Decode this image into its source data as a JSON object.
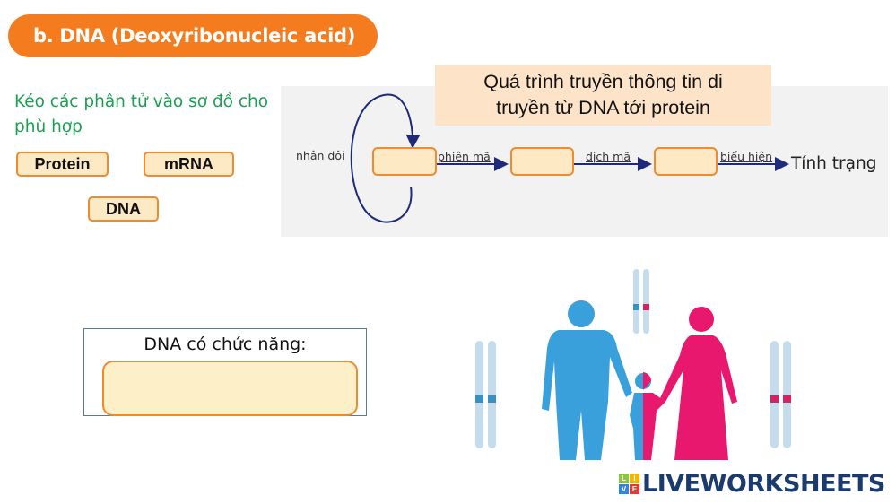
{
  "header": {
    "title": "b. DNA (Deoxyribonucleic acid)"
  },
  "instruction": "Kéo các phân tử vào sơ đồ cho phù hợp",
  "draggables": [
    {
      "label": "Protein"
    },
    {
      "label": "mRNA"
    },
    {
      "label": "DNA"
    }
  ],
  "banner": {
    "line1": "Quá trình truyền thông tin di",
    "line2": "truyền từ DNA tới protein"
  },
  "diagram": {
    "labels": {
      "replication": "nhân đôi",
      "transcription": "phiên mã",
      "translation": "dịch mã",
      "expression": "biểu hiện"
    },
    "result": "Tính trạng",
    "arrow_color": "#1f2a7a"
  },
  "function_question": {
    "label": "DNA có chức năng:",
    "answer": ""
  },
  "image": {
    "description": "family-silhouette-with-chromosomes",
    "colors": {
      "father": "#3aa0dc",
      "mother": "#e8186e",
      "chromosome": "#c5dcec"
    }
  },
  "branding": {
    "logo_letters": [
      "L",
      "I",
      "V",
      "E"
    ],
    "name": "LIVEWORKSHEETS"
  },
  "colors": {
    "accent": "#f47b1e",
    "instruction": "#1aa052",
    "chip_bg": "#fde9c4",
    "chip_border": "#ef8a2f",
    "banner_bg": "#fde3c8",
    "logo": "#1b3a6e"
  }
}
